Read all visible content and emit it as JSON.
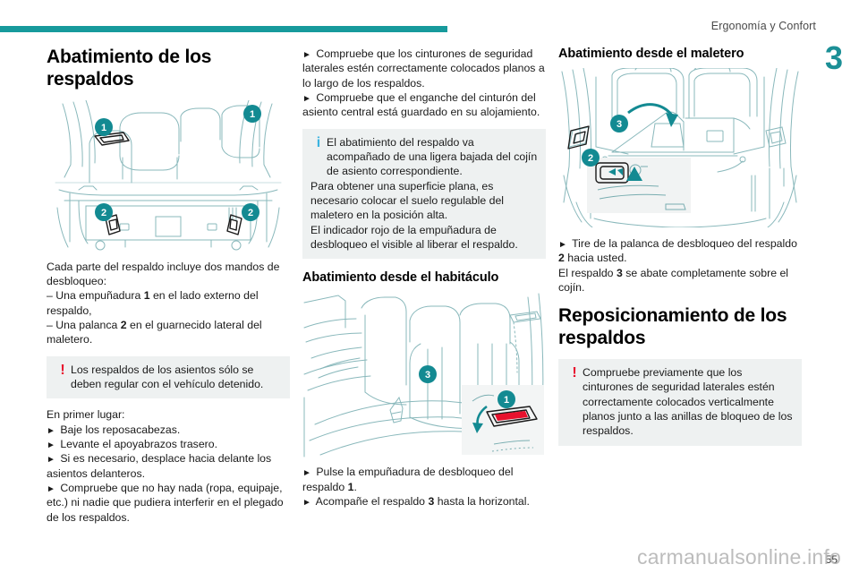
{
  "header": {
    "title": "Ergonomía y Confort",
    "chapter": "3"
  },
  "footer": {
    "page_number": "55",
    "watermark": "carmanualsonline.info"
  },
  "colors": {
    "accent_teal": "#179a9c",
    "chapter_teal": "#1b8f96",
    "warning_red": "#e8112d",
    "info_blue": "#3bb3e0",
    "callout_bg": "#eef1f1",
    "line_art": "#1a6b70"
  },
  "column_left": {
    "section_title": "Abatimiento de los respaldos",
    "figure": {
      "name": "rear-seats-release-controls",
      "badges": [
        "1",
        "1",
        "2",
        "2"
      ]
    },
    "intro": "Cada parte del respaldo incluye dos mandos de desbloqueo:",
    "dash_items": [
      {
        "pre": "–  Una empuñadura ",
        "bold": "1",
        "post": " en el lado externo del respaldo,"
      },
      {
        "pre": "–  Una palanca ",
        "bold": "2",
        "post": " en el guarnecido lateral del maletero."
      }
    ],
    "warning": "Los respaldos de los asientos sólo se deben regular con el vehículo detenido.",
    "first_label": "En primer lugar:",
    "steps": [
      {
        "text": "Baje los reposacabezas."
      },
      {
        "text": "Levante el apoyabrazos trasero."
      },
      {
        "text": "Si es necesario, desplace hacia delante los asientos delanteros."
      },
      {
        "text": "Compruebe que no hay nada (ropa, equipaje, etc.) ni nadie que pudiera interferir en el plegado de los respaldos."
      }
    ]
  },
  "column_middle": {
    "steps_top": [
      {
        "text": "Compruebe que los cinturones de seguridad laterales estén correctamente colocados planos a lo largo de los respaldos."
      },
      {
        "text": "Compruebe que el enganche del cinturón del asiento central está guardado en su alojamiento."
      }
    ],
    "info": {
      "lead": "El abatimiento del respaldo va acompañado de una ligera bajada del cojín de asiento correspondiente.",
      "rest": [
        "Para obtener una superficie plana, es necesario colocar el suelo regulable del maletero en la posición alta.",
        "El indicador rojo de la empuñadura de desbloqueo el visible al liberar el respaldo."
      ]
    },
    "section_title": "Abatimiento desde el habitáculo",
    "figure": {
      "name": "cabin-fold-rear-bench",
      "badges": [
        "3",
        "1"
      ]
    },
    "steps_bottom": [
      {
        "pre": "Pulse la empuñadura de desbloqueo del respaldo ",
        "bold": "1",
        "post": "."
      },
      {
        "pre": "Acompañe el respaldo ",
        "bold": "3",
        "post": " hasta la horizontal."
      }
    ]
  },
  "column_right": {
    "section_title": "Abatimiento desde el maletero",
    "figure": {
      "name": "boot-fold-rear-bench",
      "badges": [
        "3",
        "2"
      ]
    },
    "steps": [
      {
        "pre": "Tire de la palanca de desbloqueo del respaldo ",
        "bold": "2",
        "post": " hacia usted."
      }
    ],
    "note_lines": [
      {
        "pre": "El respaldo ",
        "bold": "3",
        "post": " se abate completamente sobre el cojín."
      }
    ],
    "section_title_2": "Reposicionamiento de los respaldos",
    "warning": "Compruebe previamente que los cinturones de seguridad laterales estén correctamente colocados verticalmente planos junto a las anillas de bloqueo de los respaldos."
  }
}
